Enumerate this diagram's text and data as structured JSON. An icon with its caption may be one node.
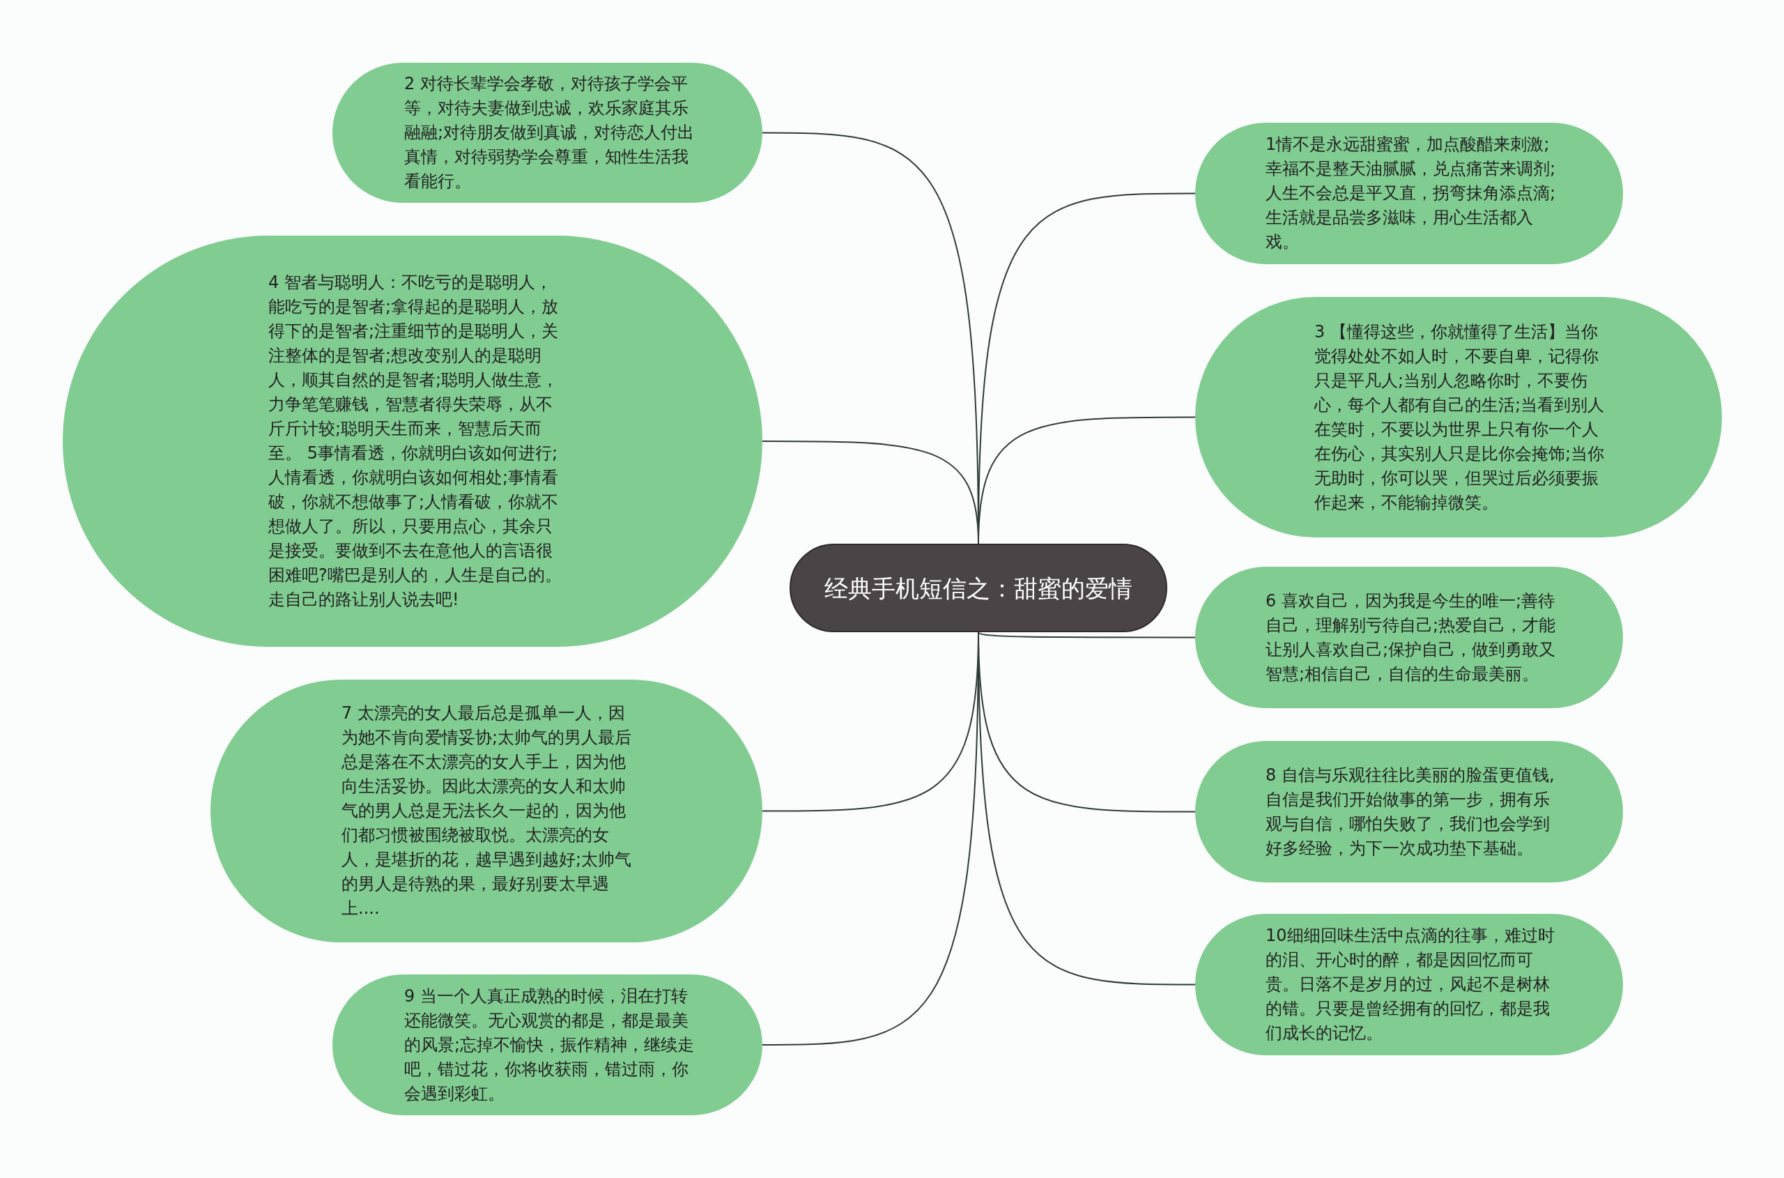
{
  "diagram": {
    "nodes": [
      {
        "text": [
          "经典手机短信之：甜蜜的爱情"
        ]
      },
      {
        "text": [
          "2 对待长辈学会孝敬，对待孩子学会平等，对待夫妻做到忠诚，欢乐家庭其乐融融;对待朋友做到真诚，对待恋人付出真情，对待弱势学会尊重，知性生活我看能行。"
        ]
      },
      {
        "text": [
          "4 智者与聪明人：不吃亏的是聪明人，能吃亏的是智者;拿得起的是聪明人，放得下的是智者;注重细节的是聪明人，关注整体的是智者;想改变别人的是聪明人，顺其自然的是智者;聪明人做生意，力争笔笔赚钱，智慧者得失荣辱，从不斤斤计较;聪明天生而来，智慧后天而至。 5事情看透，你就明白该如何进行;人情看透，你就明白该如何相处;事情看破，你就不想做事了;人情看破，你就不想做人了。所以，只要用点心，其余只是接受。要做到不去在意他人的言语很困难吧?嘴巴是别人的，人生是自己的。走自己的路让别人说去吧!"
        ]
      },
      {
        "text": [
          "7 太漂亮的女人最后总是孤单一人，因为她不肯向爱情妥协;太帅气的男人最后总是落在不太漂亮的女人手上，因为他向生活妥协。因此太漂亮的女人和太帅气的男人总是无法长久一起的，因为他们都习惯被围绕被取悦。太漂亮的女人，是堪折的花，越早遇到越好;太帅气的男人是待熟的果，最好别要太早遇上...."
        ]
      },
      {
        "text": [
          "9 当一个人真正成熟的时候，泪在打转还能微笑。无心观赏的都是，都是最美的风景;忘掉不愉快，振作精神，继续走吧，错过花，你将收获雨，错过雨，你会遇到彩虹。"
        ]
      },
      {
        "text": [
          "1情不是永远甜蜜蜜，加点酸醋来刺激;幸福不是整天油腻腻，兑点痛苦来调剂;人生不会总是平又直，拐弯抹角添点滴;生活就是品尝多滋味，用心生活都入戏。"
        ]
      },
      {
        "text": [
          "3 【懂得这些，你就懂得了生活】当你觉得处处不如人时，不要自卑，记得你只是平凡人;当别人忽略你时，不要伤心，每个人都有自己的生活;当看到别人在笑时，不要以为世界上只有你一个人在伤心，其实别人只是比你会掩饰;当你无助时，你可以哭，但哭过后必须要振作起来，不能输掉微笑。"
        ]
      },
      {
        "text": [
          "6 喜欢自己，因为我是今生的唯一;善待自己，理解别亏待自己;热爱自己，才能让别人喜欢自己;保护自己，做到勇敢又智慧;相信自己，自信的生命最美丽。"
        ]
      },
      {
        "text": [
          "8 自信与乐观往往比美丽的脸蛋更值钱,自信是我们开始做事的第一步，拥有乐观与自信，哪怕失败了，我们也会学到好多经验，为下一次成功垫下基础。"
        ]
      },
      {
        "text": [
          "10细细回味生活中点滴的往事，难过时的泪、开心时的醉，都是因回忆而可贵。日落不是岁月的过，风起不是树林的错。只要是曾经拥有的回忆，都是我们成长的记忆。"
        ]
      }
    ],
    "edges": [
      {
        "from": 0,
        "to": 1,
        "arrow": "none"
      },
      {
        "from": 0,
        "to": 2,
        "arrow": "none"
      },
      {
        "from": 0,
        "to": 3,
        "arrow": "none"
      },
      {
        "from": 0,
        "to": 4,
        "arrow": "none"
      },
      {
        "from": 0,
        "to": 5,
        "arrow": "none"
      },
      {
        "from": 0,
        "to": 6,
        "arrow": "none"
      },
      {
        "from": 0,
        "to": 7,
        "arrow": "none"
      },
      {
        "from": 0,
        "to": 8,
        "arrow": "none"
      },
      {
        "from": 0,
        "to": 9,
        "arrow": "none"
      }
    ]
  }
}
